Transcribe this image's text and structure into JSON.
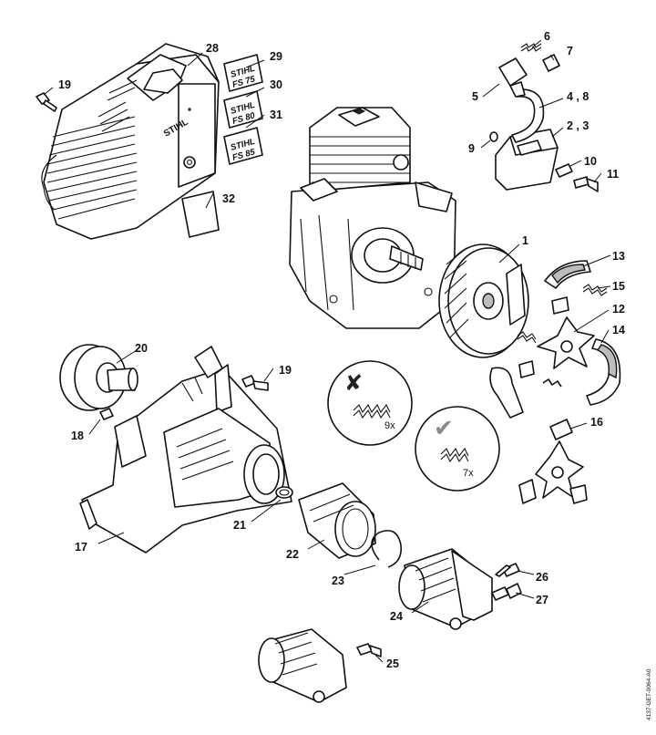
{
  "callouts": [
    {
      "id": "c1",
      "label": "1"
    },
    {
      "id": "c2",
      "label": "2 , 3"
    },
    {
      "id": "c4",
      "label": "4 , 8"
    },
    {
      "id": "c5",
      "label": "5"
    },
    {
      "id": "c6",
      "label": "6"
    },
    {
      "id": "c7",
      "label": "7"
    },
    {
      "id": "c9",
      "label": "9"
    },
    {
      "id": "c10",
      "label": "10"
    },
    {
      "id": "c11",
      "label": "11"
    },
    {
      "id": "c12",
      "label": "12"
    },
    {
      "id": "c13",
      "label": "13"
    },
    {
      "id": "c14",
      "label": "14"
    },
    {
      "id": "c15",
      "label": "15"
    },
    {
      "id": "c16",
      "label": "16"
    },
    {
      "id": "c17",
      "label": "17"
    },
    {
      "id": "c18",
      "label": "18"
    },
    {
      "id": "c19a",
      "label": "19"
    },
    {
      "id": "c19b",
      "label": "19"
    },
    {
      "id": "c20",
      "label": "20"
    },
    {
      "id": "c21",
      "label": "21"
    },
    {
      "id": "c22",
      "label": "22"
    },
    {
      "id": "c23",
      "label": "23"
    },
    {
      "id": "c24",
      "label": "24"
    },
    {
      "id": "c25",
      "label": "25"
    },
    {
      "id": "c26",
      "label": "26"
    },
    {
      "id": "c27",
      "label": "27"
    },
    {
      "id": "c28",
      "label": "28"
    },
    {
      "id": "c29",
      "label": "29"
    },
    {
      "id": "c30",
      "label": "30"
    },
    {
      "id": "c31",
      "label": "31"
    },
    {
      "id": "c32",
      "label": "32"
    }
  ],
  "decals": [
    {
      "brand": "STIHL",
      "model": "FS 75"
    },
    {
      "brand": "STIHL",
      "model": "FS 80"
    },
    {
      "brand": "STIHL",
      "model": "FS 85"
    }
  ],
  "shroud_brand": "STIHL",
  "spring_notes": {
    "wrong": {
      "count": "9x",
      "mark": "✘"
    },
    "right": {
      "count": "7x",
      "mark": "✔"
    }
  },
  "document_id": "4137-GET-0064-A0"
}
